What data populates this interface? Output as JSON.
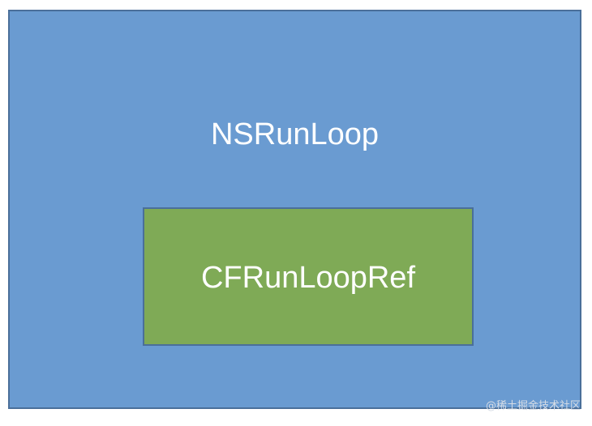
{
  "diagram": {
    "outer": {
      "label": "NSRunLoop",
      "fill_color": "#6a9bd1",
      "border_color": "#4a6f9a"
    },
    "inner": {
      "label": "CFRunLoopRef",
      "fill_color": "#7faa56",
      "border_color": "#4a6f9a"
    }
  },
  "watermark": {
    "text": "@稀土掘金技术社区"
  }
}
